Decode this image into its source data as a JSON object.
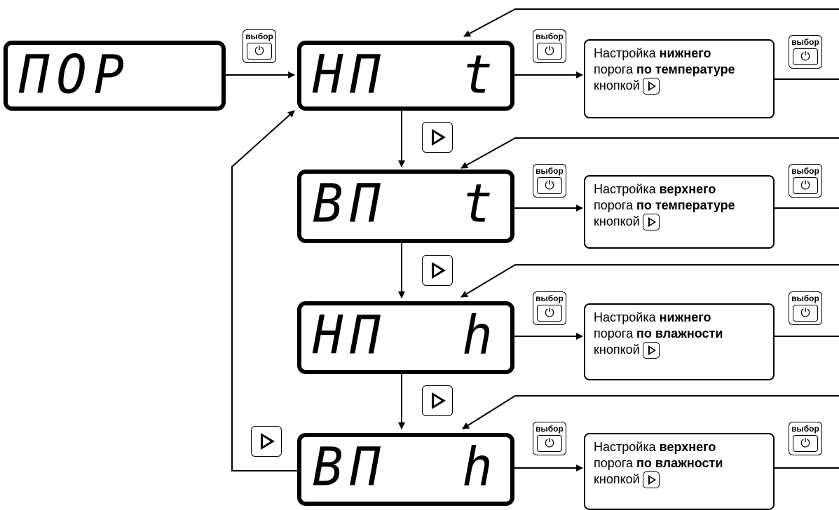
{
  "displays": {
    "menu": "ПОР",
    "nt": "НП  t",
    "vt": "ВП  t",
    "nh": "НП  h",
    "vh": "ВП  h"
  },
  "button": {
    "select_label": "выбор",
    "power_icon": "power-icon",
    "next_icon": "triangle-right-icon"
  },
  "boxes": [
    {
      "prefix": "Настройка ",
      "level": "нижнего",
      "mid": "порога ",
      "param": "по температуре",
      "suffix": "кнопкой"
    },
    {
      "prefix": "Настройка ",
      "level": "верхнего",
      "mid": "порога ",
      "param": "по температуре",
      "suffix": "кнопкой"
    },
    {
      "prefix": "Настройка ",
      "level": "нижнего",
      "mid": "порога ",
      "param": "по влажности",
      "suffix": "кнопкой"
    },
    {
      "prefix": "Настройка ",
      "level": "верхнего",
      "mid": "порога ",
      "param": "по влажности",
      "suffix": "кнопкой"
    }
  ]
}
